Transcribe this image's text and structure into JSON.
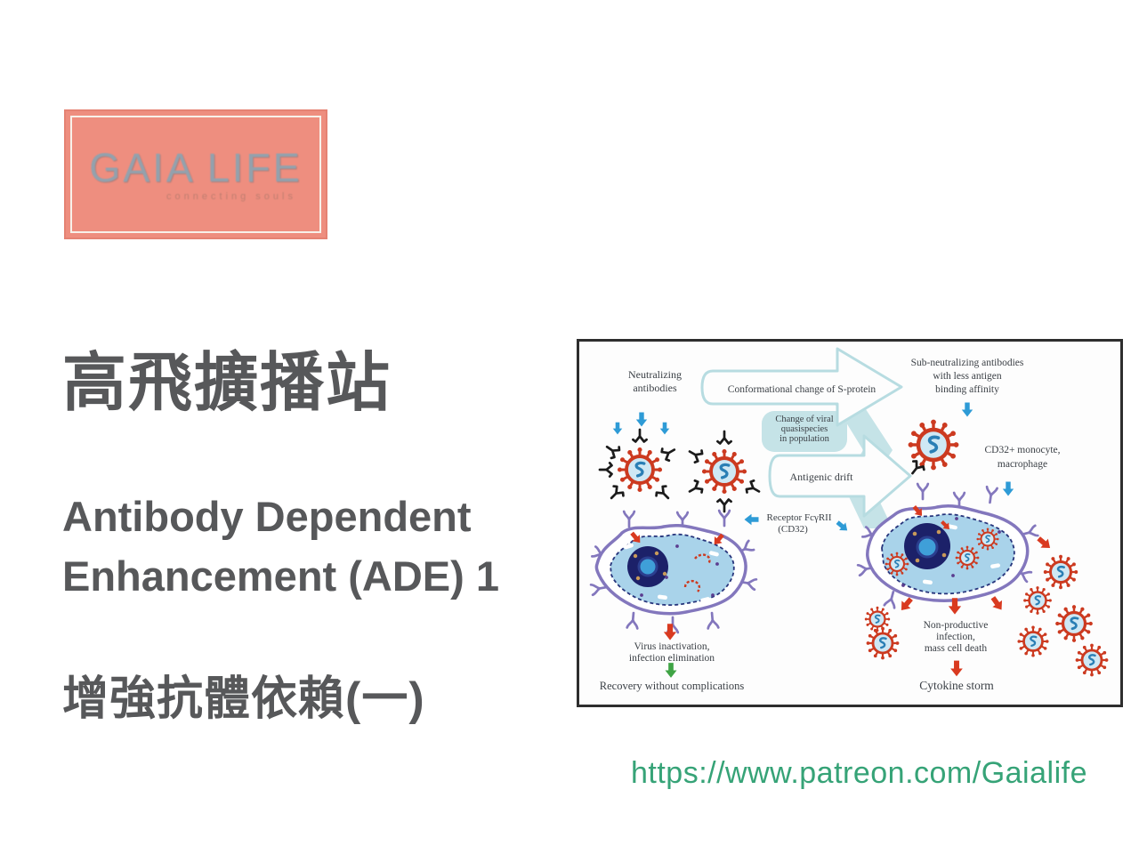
{
  "slide": {
    "logo": {
      "title": "GAIA LIFE",
      "tagline": "connecting souls"
    },
    "title_zh": "高飛擴播站",
    "title_en_line1": "Antibody Dependent",
    "title_en_line2": "Enhancement (ADE) 1",
    "subtitle_zh": "增強抗體依賴(一)",
    "link": "https://www.patreon.com/Gaialife"
  },
  "diagram": {
    "labels": {
      "neutralizing": [
        "Neutralizing",
        "antibodies"
      ],
      "conformational": "Conformational change of S-protein",
      "quasispecies": [
        "Change of viral",
        "quasispecies",
        "in population"
      ],
      "antigenic_drift": "Antigenic drift",
      "receptor": [
        "Receptor FcγRII",
        "(CD32)"
      ],
      "sub_neutralizing": [
        "Sub-neutralizing antibodies",
        "with less antigen",
        "binding affinity"
      ],
      "cd32_monocyte": [
        "CD32+ monocyte,",
        "macrophage"
      ],
      "virus_inactivation": [
        "Virus inactivation,",
        "infection elimination"
      ],
      "recovery": "Recovery without complications",
      "non_productive": [
        "Non-productive",
        "infection,",
        "mass cell death"
      ],
      "cytokine_storm": "Cytokine storm"
    },
    "colors": {
      "virus_red": "#cc3a20",
      "cell_purple": "#8377bd",
      "cytoplasm_blue": "#a9d3ea",
      "nucleus_navy": "#1c2169",
      "arrow_blue": "#2e9bd6",
      "arrow_red": "#d93a20",
      "teal_fill": "#c5e3e7",
      "teal_stroke": "#b7dce1",
      "green_text": "#4caf50",
      "red_text": "#c0504d"
    }
  },
  "theme": {
    "logo_bg": "#ee8e7f",
    "heading_color": "#57585a",
    "link_color": "#36a377"
  }
}
